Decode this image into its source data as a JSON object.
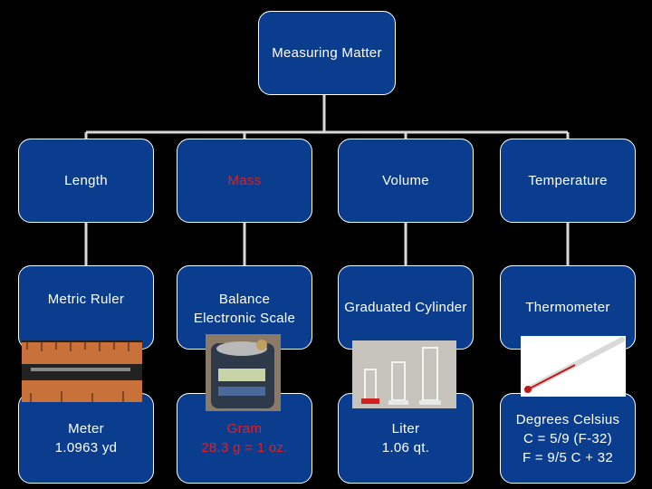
{
  "root": {
    "label": "Measuring Matter"
  },
  "colors": {
    "box_fill": "#0b3d8f",
    "box_border": "#ffffff",
    "background": "#000000",
    "text": "#ffffff",
    "accent_text": "#e02020"
  },
  "columns": [
    {
      "category": "Length",
      "tool": "Metric Ruler",
      "unit": "Meter\n1.0963 yd"
    },
    {
      "category": "Mass",
      "tool": "Balance\nElectronic Scale",
      "unit": "Gram\n28.3 g = 1 oz."
    },
    {
      "category": "Volume",
      "tool": "Graduated Cylinder",
      "unit": "Liter\n1.06 qt."
    },
    {
      "category": "Temperature",
      "tool": "Thermometer",
      "unit": "Degrees Celsius\nC = 5/9 (F-32)\nF = 9/5 C + 32"
    }
  ],
  "images": {
    "ruler": "metric-ruler-photo",
    "scale": "electronic-scale-photo",
    "cylinders": "graduated-cylinder-photo",
    "thermometer": "thermometer-photo"
  }
}
